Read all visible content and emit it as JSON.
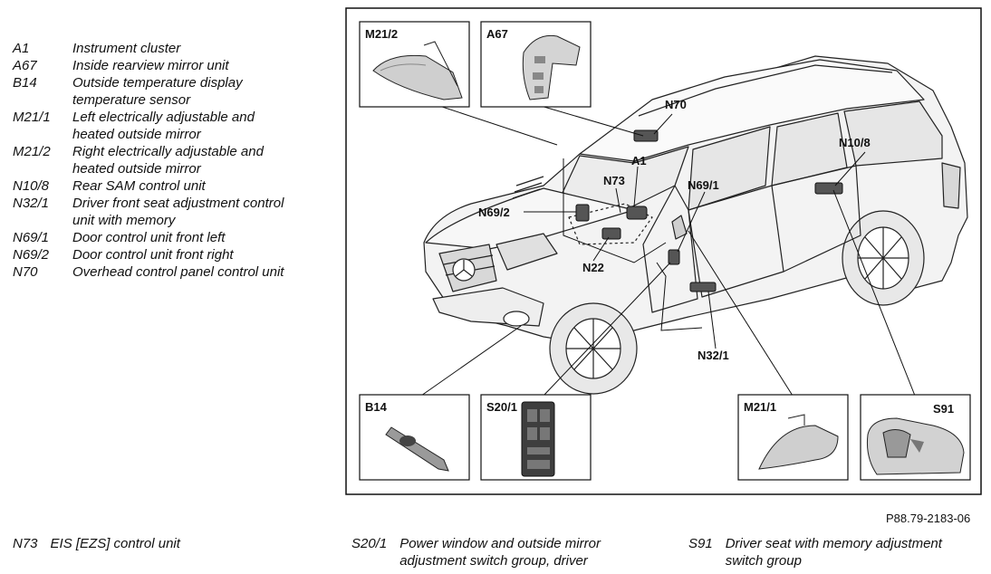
{
  "legend": [
    {
      "code": "A1",
      "description": [
        "Instrument cluster"
      ]
    },
    {
      "code": "A67",
      "description": [
        "Inside rearview mirror unit"
      ]
    },
    {
      "code": "B14",
      "description": [
        "Outside temperature display",
        "temperature sensor"
      ]
    },
    {
      "code": "M21/1",
      "description": [
        "Left electrically adjustable and",
        "heated outside mirror"
      ]
    },
    {
      "code": "M21/2",
      "description": [
        "Right electrically adjustable and",
        "heated outside mirror"
      ]
    },
    {
      "code": "N10/8",
      "description": [
        "Rear SAM control unit"
      ]
    },
    {
      "code": "N32/1",
      "description": [
        "Driver front seat adjustment control",
        "unit with memory"
      ]
    },
    {
      "code": "N69/1",
      "description": [
        "Door control unit front left"
      ]
    },
    {
      "code": "N69/2",
      "description": [
        "Door control unit front right"
      ]
    },
    {
      "code": "N70",
      "description": [
        "Overhead control panel control unit"
      ]
    }
  ],
  "bottom_legend": [
    {
      "code": "N73",
      "description": [
        "EIS [EZS] control unit"
      ]
    },
    {
      "code": "S20/1",
      "description": [
        "Power window and outside mirror",
        "adjustment switch group, driver"
      ]
    },
    {
      "code": "S91",
      "description": [
        "Driver seat with memory adjustment",
        "switch group"
      ]
    }
  ],
  "figure_ref": "P88.79-2183-06",
  "diagram": {
    "inset_labels": {
      "m21_2": "M21/2",
      "a67": "A67",
      "b14": "B14",
      "s20_1": "S20/1",
      "m21_1": "M21/1",
      "s91": "S91"
    },
    "callouts": {
      "n70": "N70",
      "n10_8": "N10/8",
      "a1": "A1",
      "n73": "N73",
      "n69_1": "N69/1",
      "n69_2": "N69/2",
      "n22": "N22",
      "n32_1": "N32/1"
    }
  }
}
